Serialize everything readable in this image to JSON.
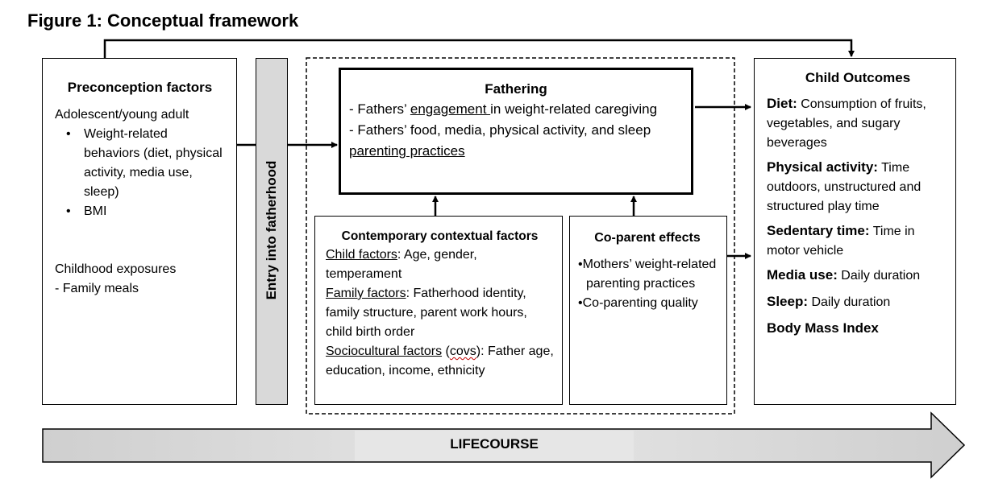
{
  "figure_title": "Figure 1:  Conceptual framework",
  "preconception": {
    "title": "Preconception factors",
    "subtitle": "Adolescent/young adult",
    "bullets": [
      "Weight-related behaviors (diet, physical activity, media use, sleep)",
      "BMI"
    ],
    "childhood_title": "Childhood exposures",
    "childhood_item": "- Family meals"
  },
  "entry_label": "Entry into fatherhood",
  "fathering": {
    "title": "Fathering",
    "item1_pre": "- Fathers’ ",
    "item1_u": "engagement ",
    "item1_post": "in weight-related caregiving",
    "item2_pre": "- Fathers’ food, media, physical activity, and sleep ",
    "item2_u": "parenting practices"
  },
  "contextual": {
    "title": "Contemporary contextual factors",
    "child_label": "Child factors",
    "child_text": ": Age, gender, temperament",
    "family_label": "Family factors",
    "family_text": ": Fatherhood identity, family structure, parent work hours, child birth order",
    "socio_label": "Sociocultural factors",
    "socio_covs": "covs",
    "socio_text": "Father age, education, income, ethnicity"
  },
  "coparent": {
    "title": "Co-parent effects",
    "items": [
      "Mothers’ weight-related parenting practices",
      "Co-parenting quality"
    ]
  },
  "outcomes": {
    "title": "Child Outcomes",
    "diet_label": "Diet:",
    "diet_text": " Consumption of fruits, vegetables, and sugary beverages",
    "pa_label": "Physical activity:",
    "pa_text": " Time outdoors, unstructured and structured play time",
    "sed_label": "Sedentary time:",
    "sed_text": " Time in motor vehicle",
    "media_label": "Media use:",
    "media_text": " Daily duration",
    "sleep_label": "Sleep:",
    "sleep_text": " Daily duration",
    "bmi_label": "Body Mass Index"
  },
  "lifecourse_label": "LIFECOURSE",
  "colors": {
    "gray_fill": "#d9d9d9",
    "arrow_band": "#d0d0d0",
    "arrow_band_center": "#e4e4e4",
    "line": "#000000",
    "squiggle": "#c00000"
  }
}
